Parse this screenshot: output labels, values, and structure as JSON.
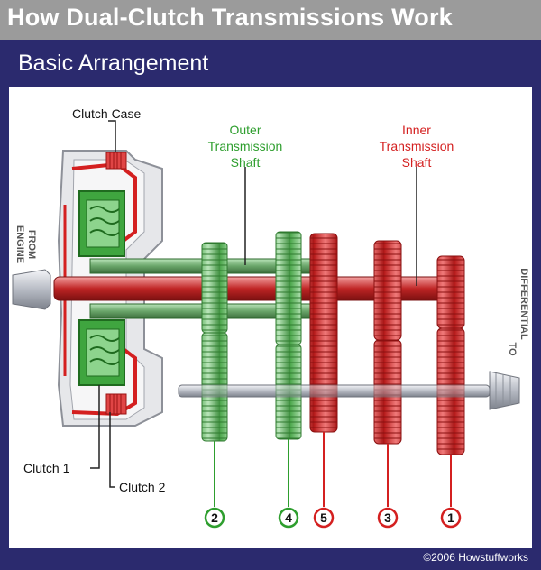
{
  "title": "How Dual-Clutch Transmissions Work",
  "subtitle": "Basic Arrangement",
  "copyright": "©2006 Howstuffworks",
  "labels": {
    "clutch_case": "Clutch Case",
    "outer_shaft": [
      "Outer",
      "Transmission",
      "Shaft"
    ],
    "inner_shaft": [
      "Inner",
      "Transmission",
      "Shaft"
    ],
    "from_engine": [
      "FROM",
      "ENGINE"
    ],
    "to_differential": [
      "TO",
      "DIFFERENTIAL"
    ],
    "clutch_1": "Clutch 1",
    "clutch_2": "Clutch 2"
  },
  "gears": [
    {
      "number": "2",
      "group": "outer",
      "color": "#2e9e2e"
    },
    {
      "number": "4",
      "group": "outer",
      "color": "#2e9e2e"
    },
    {
      "number": "5",
      "group": "inner",
      "color": "#d42020"
    },
    {
      "number": "3",
      "group": "inner",
      "color": "#d42020"
    },
    {
      "number": "1",
      "group": "inner",
      "color": "#d42020"
    }
  ],
  "colors": {
    "frame": "#2b2a6e",
    "title_bar": "#9b9b9b",
    "green": "#2e9e2e",
    "red": "#d42020",
    "gray": "#b8bcc4"
  }
}
